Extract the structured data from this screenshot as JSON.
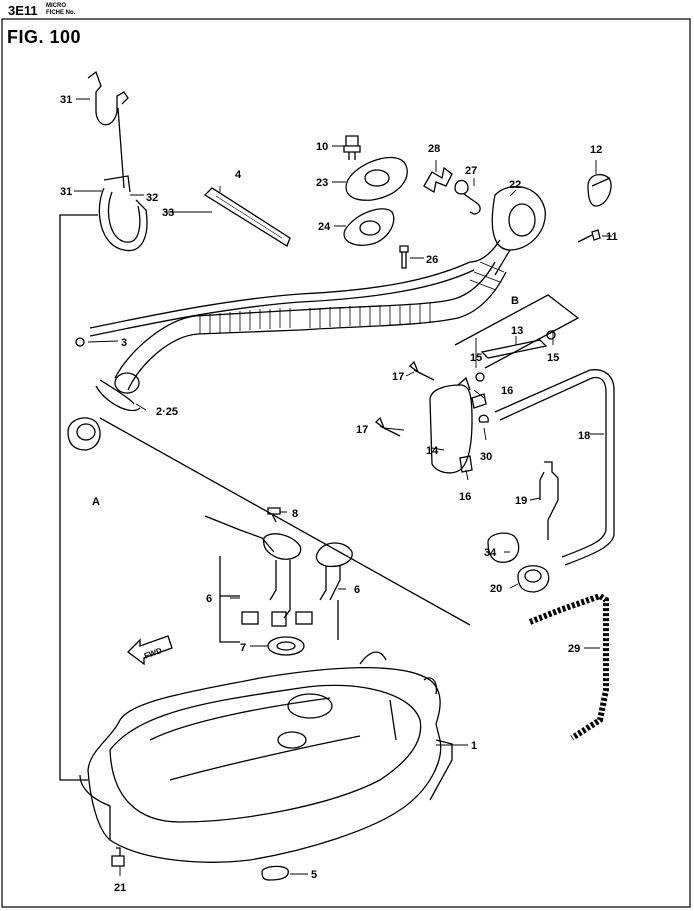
{
  "header": {
    "code": "3E11",
    "micro_line1": "MICRO",
    "micro_line2": "FICHE No."
  },
  "figure": {
    "title": "FIG. 100",
    "fwd": "FWD"
  },
  "callouts": {
    "c1": "1",
    "c2_25": "2·25",
    "c3": "3",
    "c4": "4",
    "c5": "5",
    "c6a": "6",
    "c6b": "6",
    "c7": "7",
    "c8": "8",
    "c10": "10",
    "c11": "11",
    "c12": "12",
    "c13": "13",
    "c14": "14",
    "c15a": "15",
    "c15b": "15",
    "c16a": "16",
    "c16b": "16",
    "c17a": "17",
    "c17b": "17",
    "c18": "18",
    "c19": "19",
    "c20": "20",
    "c21": "21",
    "c22": "22",
    "c23": "23",
    "c24": "24",
    "c26": "26",
    "c27": "27",
    "c28": "28",
    "c29": "29",
    "c30": "30",
    "c31a": "31",
    "c31b": "31",
    "c32": "32",
    "c33": "33",
    "c34": "34",
    "cA": "A",
    "cB": "B"
  }
}
